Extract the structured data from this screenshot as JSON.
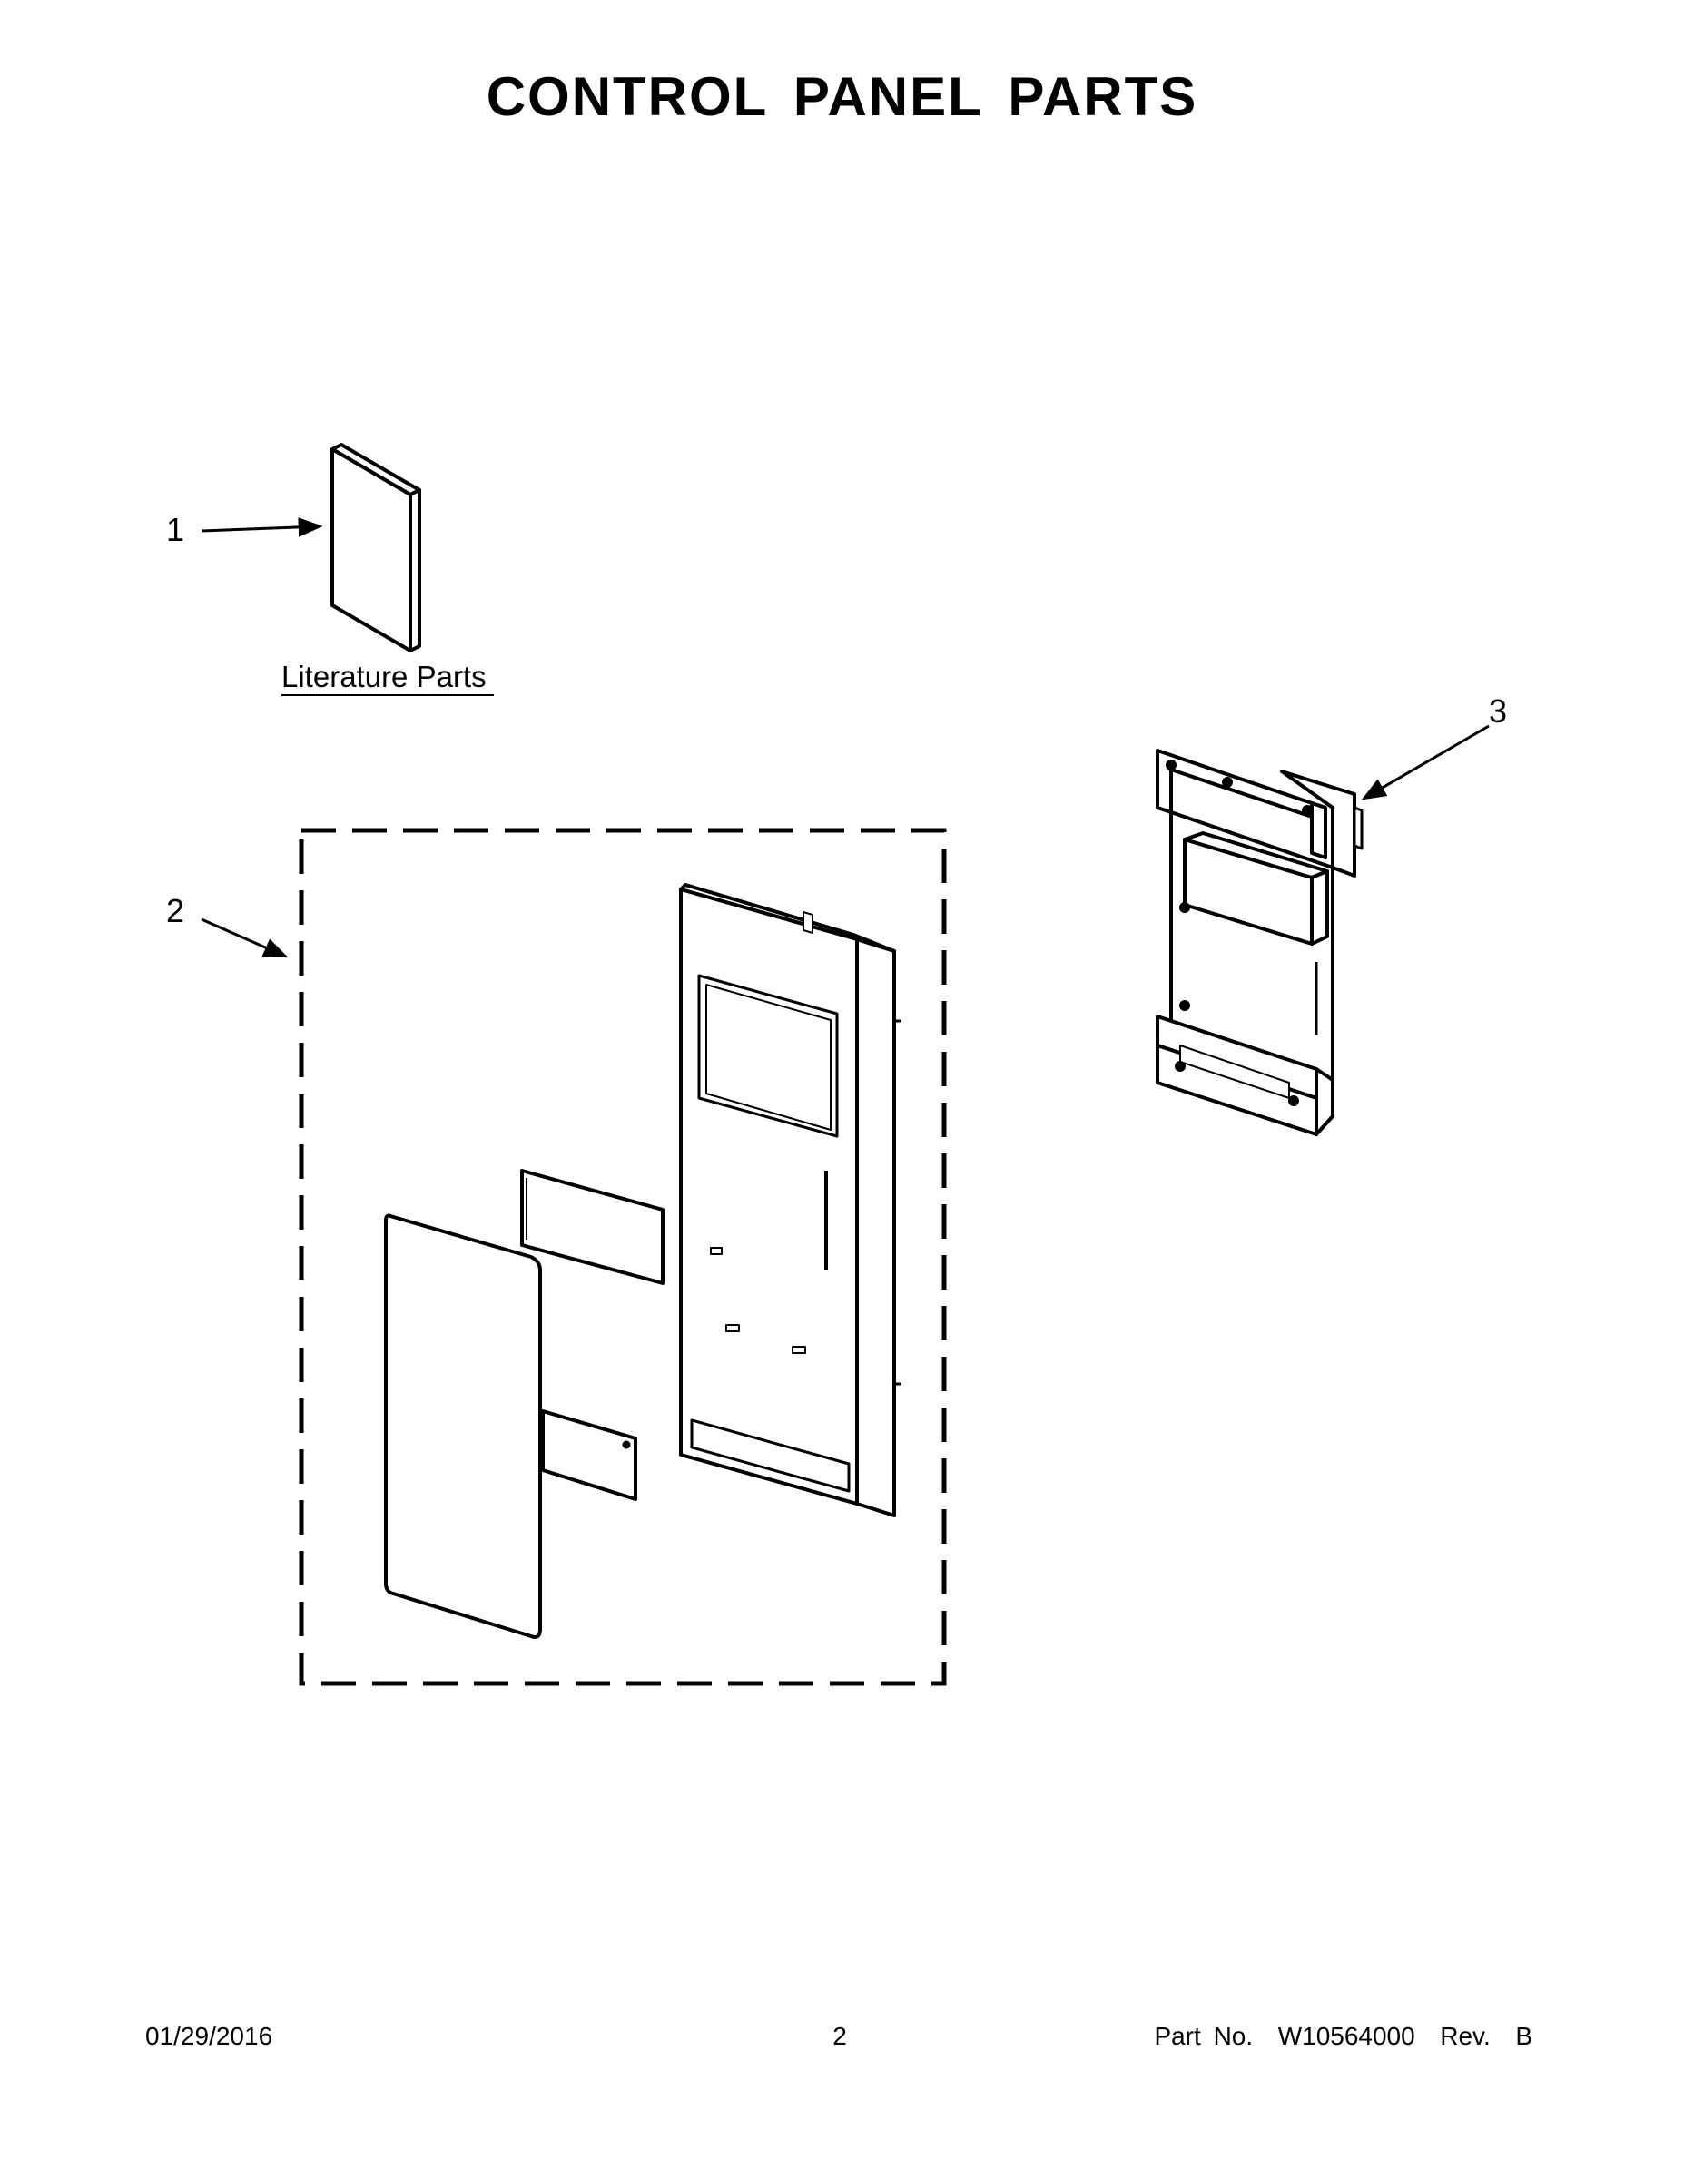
{
  "title": "CONTROL PANEL PARTS",
  "callouts": [
    "1",
    "2",
    "3"
  ],
  "literature_label": "Literature Parts",
  "footer": {
    "date": "01/29/2016",
    "page": "2",
    "part_number": "Part No.  W10564000  Rev.  B"
  }
}
